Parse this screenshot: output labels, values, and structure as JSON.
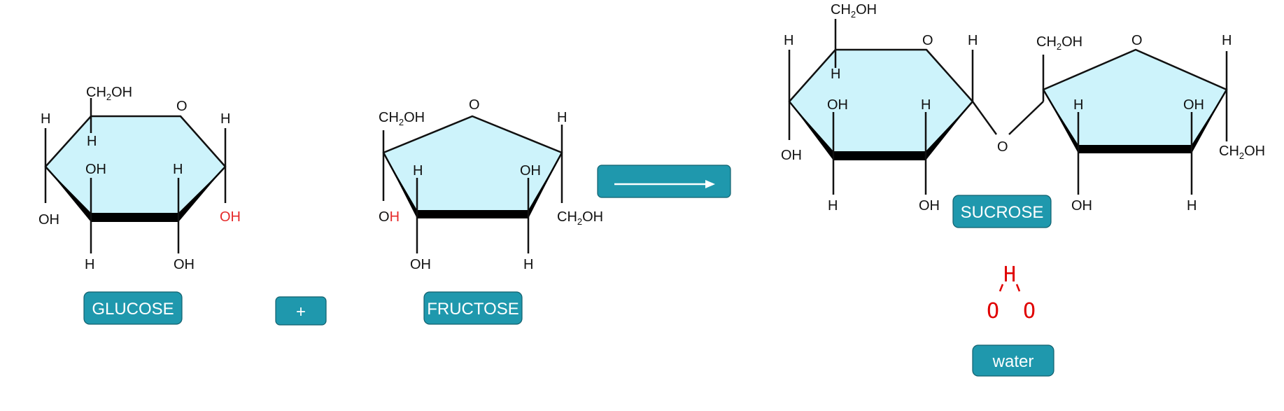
{
  "colors": {
    "ring_fill": "#cdf3fb",
    "badge": "#1f98ad",
    "highlight": "#e52a2a"
  },
  "glucose": {
    "ch2oh": "CH",
    "ch2oh_sub": "2",
    "ch2oh_end": "OH",
    "ring_o": "O",
    "h_c5": "H",
    "h_c1_top": "H",
    "h_c4_left": "H",
    "oh_c4": "OH",
    "oh_c3": "OH",
    "h_c2": "H",
    "h_c3_down": "H",
    "oh_c2_down": "OH",
    "oh_c1": "OH",
    "label": "GLUCOSE"
  },
  "plus": {
    "symbol": "+"
  },
  "fructose": {
    "ch2oh": "CH",
    "ch2oh_sub": "2",
    "ch2oh_end": "OH",
    "ring_o": "O",
    "h_c5": "H",
    "h_c3": "H",
    "oh_c4": "OH",
    "oh_c2_o": "O",
    "oh_c2_h": "H",
    "oh_c3_down": "OH",
    "h_c4_down": "H",
    "ch2oh_right": "CH",
    "ch2oh_right_sub": "2",
    "ch2oh_right_end": "OH",
    "label": "FRUCTOSE"
  },
  "arrow": {
    "name": "reaction-arrow"
  },
  "sucrose": {
    "ch2oh_top": "CH",
    "ch2oh_top_sub": "2",
    "ch2oh_top_end": "OH",
    "g_ring_o": "O",
    "g_h_c1": "H",
    "g_h_c5": "H",
    "g_h_c4": "H",
    "g_oh_c4": "OH",
    "g_oh_c3": "OH",
    "g_h_c2": "H",
    "g_h_c3_down": "H",
    "g_oh_c2_down": "OH",
    "link_o": "O",
    "f_ch2oh": "CH",
    "f_ch2oh_sub": "2",
    "f_ch2oh_end": "OH",
    "f_ring_o": "O",
    "f_h_right": "H",
    "f_h_c3": "H",
    "f_oh_c4": "OH",
    "f_oh_down": "OH",
    "f_h_down": "H",
    "f_ch2oh_right": "CH",
    "f_ch2oh_right_sub": "2",
    "f_ch2oh_right_end": "OH",
    "label": "SUCROSE"
  },
  "water": {
    "h": "H",
    "o_left": "O",
    "o_right": "O",
    "label": "water"
  }
}
